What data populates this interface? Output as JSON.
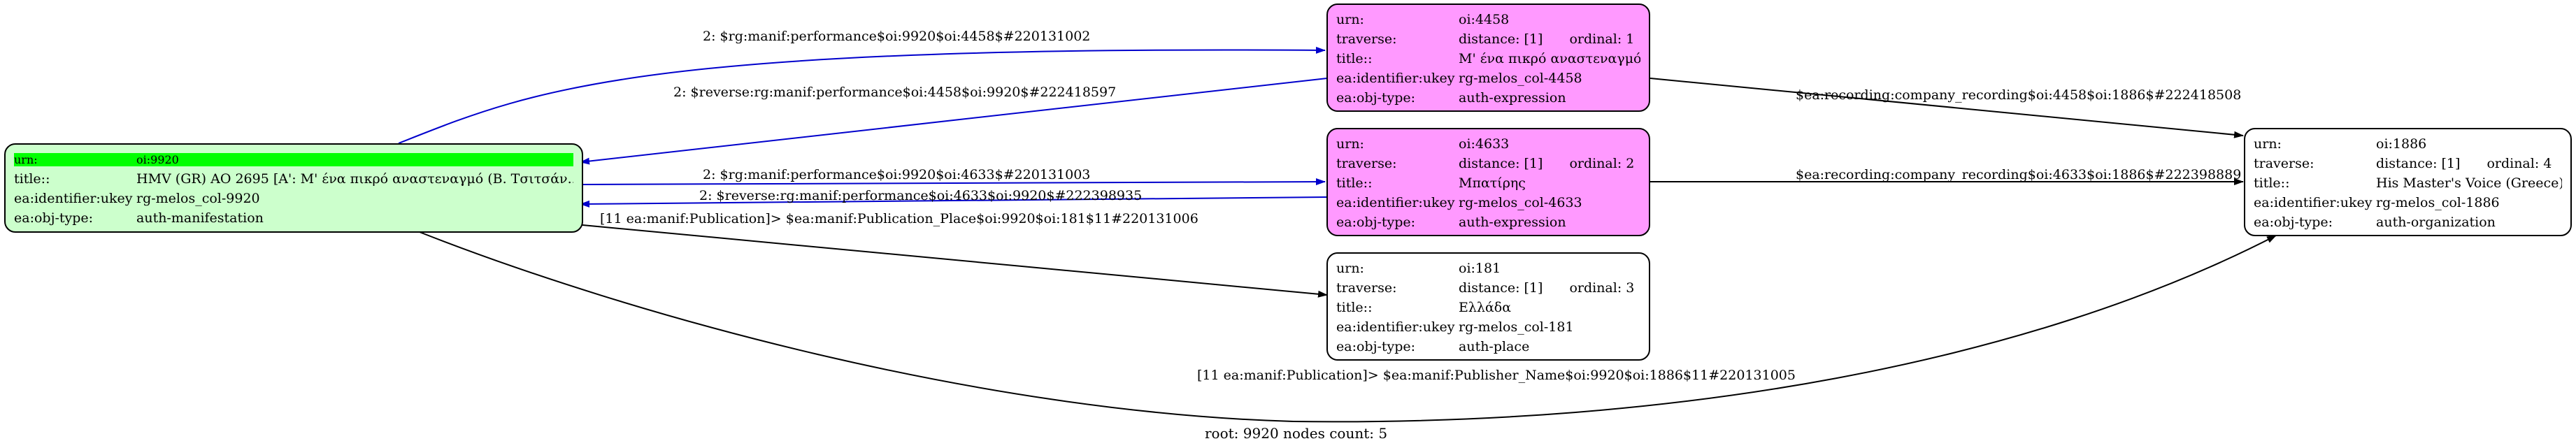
{
  "colors": {
    "root_fill": "#ccffcc",
    "expression_fill": "#ff99ff",
    "plain_fill": "#ffffff",
    "highlight": "#00ff00",
    "edge_blue": "#0000cc",
    "edge_black": "#000000"
  },
  "root": {
    "urn_key": "urn:",
    "urn_val": "oi:9920",
    "title_key": "title::",
    "title_val": "HMV (GR) AO 2695 [A': M' ένα πικρό αναστεναγμό (B. Τσιτσάν...",
    "ukey_key": "ea:identifier:ukey",
    "ukey_val": "rg-melos_col-9920",
    "type_key": "ea:obj-type:",
    "type_val": "auth-manifestation"
  },
  "n4458": {
    "urn_key": "urn:",
    "urn_val": "oi:4458",
    "traverse_key": "traverse:",
    "distance": "distance: [1]",
    "ordinal": "ordinal: 1",
    "title_key": "title::",
    "title_val": "Μ' ένα πικρό αναστεναγμό",
    "ukey_key": "ea:identifier:ukey",
    "ukey_val": "rg-melos_col-4458",
    "type_key": "ea:obj-type:",
    "type_val": "auth-expression"
  },
  "n4633": {
    "urn_key": "urn:",
    "urn_val": "oi:4633",
    "traverse_key": "traverse:",
    "distance": "distance: [1]",
    "ordinal": "ordinal: 2",
    "title_key": "title::",
    "title_val": "Μπατίρης",
    "ukey_key": "ea:identifier:ukey",
    "ukey_val": "rg-melos_col-4633",
    "type_key": "ea:obj-type:",
    "type_val": "auth-expression"
  },
  "n181": {
    "urn_key": "urn:",
    "urn_val": "oi:181",
    "traverse_key": "traverse:",
    "distance": "distance: [1]",
    "ordinal": "ordinal: 3",
    "title_key": "title::",
    "title_val": "Ελλάδα",
    "ukey_key": "ea:identifier:ukey",
    "ukey_val": "rg-melos_col-181",
    "type_key": "ea:obj-type:",
    "type_val": "auth-place"
  },
  "n1886": {
    "urn_key": "urn:",
    "urn_val": "oi:1886",
    "traverse_key": "traverse:",
    "distance": "distance: [1]",
    "ordinal": "ordinal: 4",
    "title_key": "title::",
    "title_val": "His Master's Voice (Greece)",
    "ukey_key": "ea:identifier:ukey",
    "ukey_val": "rg-melos_col-1886",
    "type_key": "ea:obj-type:",
    "type_val": "auth-organization"
  },
  "edges": {
    "e1": "2: $rg:manif:performance$oi:9920$oi:4458$#220131002",
    "e2": "2: $reverse:rg:manif:performance$oi:4458$oi:9920$#222418597",
    "e3": "2: $rg:manif:performance$oi:9920$oi:4633$#220131003",
    "e4": "2: $reverse:rg:manif:performance$oi:4633$oi:9920$#222398935",
    "e5": "[11 ea:manif:Publication]> $ea:manif:Publication_Place$oi:9920$oi:181$11#220131006",
    "e6": "[11 ea:manif:Publication]> $ea:manif:Publisher_Name$oi:9920$oi:1886$11#220131005",
    "e7": "$ea:recording:company_recording$oi:4458$oi:1886$#222418508",
    "e8": "$ea:recording:company_recording$oi:4633$oi:1886$#222398889"
  },
  "footer": "root: 9920 nodes count: 5"
}
